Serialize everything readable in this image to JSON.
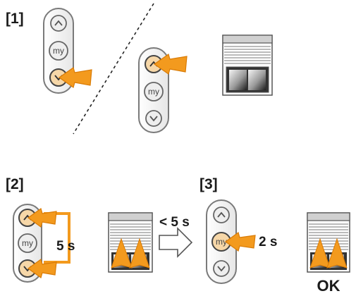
{
  "labels": {
    "step1": "[1]",
    "step2": "[2]",
    "step3": "[3]",
    "time_5s": "5 s",
    "time_lt5s": "< 5 s",
    "time_2s": "2 s",
    "ok": "OK"
  },
  "remote": {
    "my_label": "my",
    "icons": [
      "up-arrow-icon",
      "my-button",
      "down-arrow-icon"
    ]
  },
  "colors": {
    "highlight": "#f6d7a8",
    "arrow": "#f39a1e",
    "arrow_stroke": "#d97b06",
    "remote_outline": "#7a7a7a",
    "button_fill": "#eeeeee"
  }
}
